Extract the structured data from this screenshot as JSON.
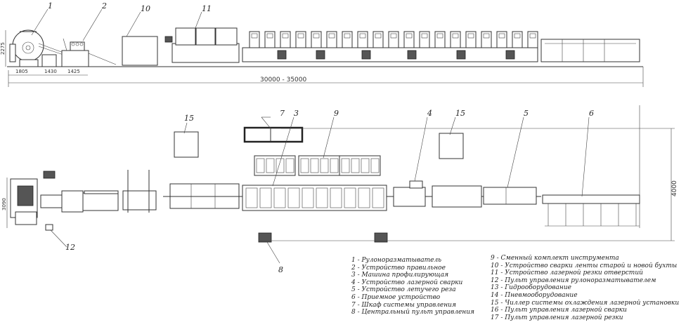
{
  "callouts": {
    "top": {
      "c1": "1",
      "c2": "2",
      "c10": "10",
      "c11": "11"
    },
    "plan": {
      "c15a": "15",
      "c7": "7",
      "c3": "3",
      "c9": "9",
      "c4": "4",
      "c15b": "15",
      "c5": "5",
      "c6": "6",
      "c12": "12",
      "c8": "8"
    }
  },
  "dimensions": {
    "height_elev": "2275",
    "d1": "1805",
    "d2": "1430",
    "d3": "1425",
    "total_length": "30000 - 35000",
    "plan_width_left": "3090",
    "plan_width": "4000"
  },
  "legend": {
    "col1": [
      "1 - Рулоноразматыватель",
      "2 - Устройство правильное",
      "3 - Машина профилирующая",
      "4 - Устройство лазерной сварки",
      "5 - Устройство летучего реза",
      "6 - Приемное устройство",
      "7 - Шкаф системы управления",
      "8 - Центральный пульт управления"
    ],
    "col2": [
      "9 - Сменный комплект инструмента",
      "10 - Устройство сварки ленты старой и новой бухты",
      "11 - Устройство лазерной резки отверстий",
      "12 - Пульт управления рулоноразматывателем",
      "13 - Гидрооборудование",
      "14 - Пневмооборудование",
      "15 - Чиллер системы охлаждения лазерной установки",
      "16 - Пульт управления лазерной сварки",
      "17 - Пульт управления лазерной резки"
    ]
  }
}
